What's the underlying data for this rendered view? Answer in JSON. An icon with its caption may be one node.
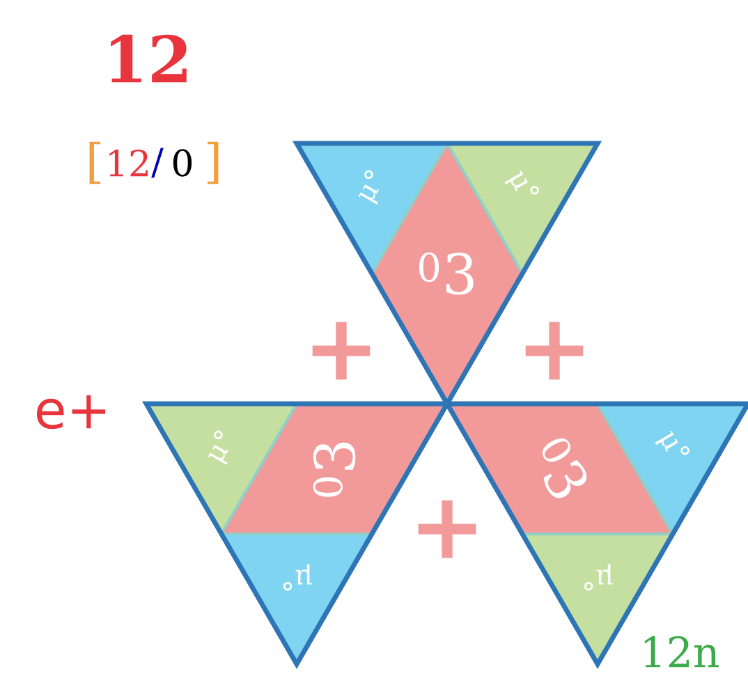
{
  "diagram": {
    "nodes": [
      {
        "text": [],
        "shape": "triangle"
      },
      {
        "text": [
          "μ°"
        ],
        "in": 0
      },
      {
        "text": [
          "μ°"
        ],
        "in": 0
      },
      {
        "text": [
          "$^{0}$3"
        ],
        "in": 0
      },
      {
        "text": [],
        "shape": "triangle"
      },
      {
        "text": [
          "μ°"
        ],
        "in": 4
      },
      {
        "text": [
          "$^{0}$3"
        ],
        "in": 4
      },
      {
        "text": [
          "μ°"
        ],
        "in": 4
      },
      {
        "text": [],
        "shape": "triangle"
      },
      {
        "text": [
          "$^{0}$3"
        ],
        "in": 8
      },
      {
        "text": [
          "μ°"
        ],
        "in": 8
      },
      {
        "text": [
          "μ°"
        ],
        "in": 8
      }
    ],
    "edges": [],
    "labels": [
      "12",
      "[",
      "12",
      "/",
      "0",
      "]",
      "+",
      "+",
      "+",
      "e+",
      "12n"
    ]
  }
}
